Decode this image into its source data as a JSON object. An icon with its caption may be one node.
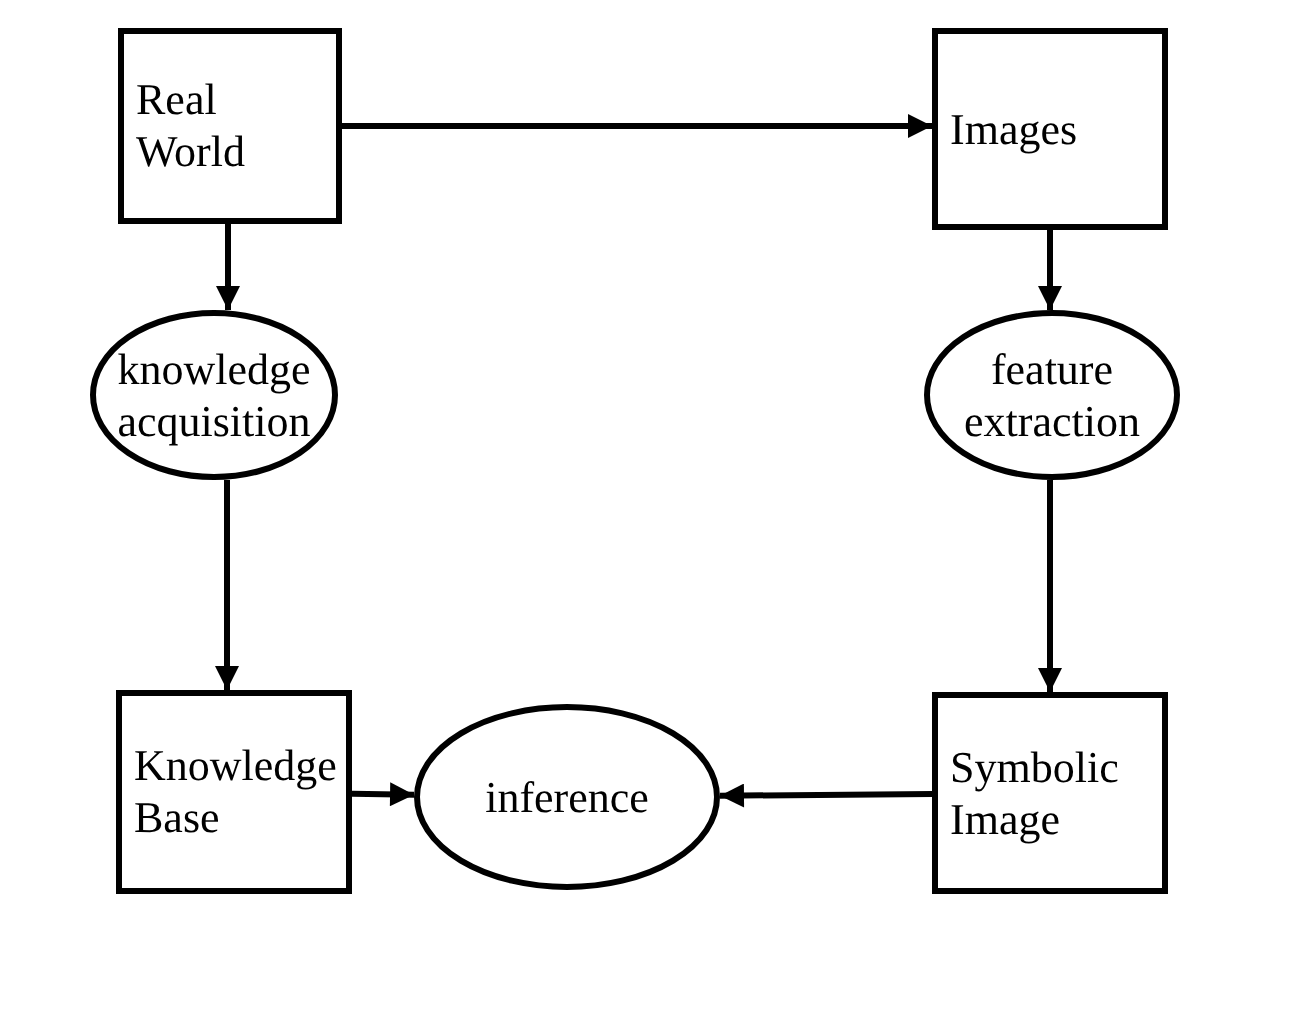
{
  "diagram": {
    "nodes": [
      {
        "text": [
          "Real World"
        ]
      },
      {
        "text": [
          "Images"
        ]
      },
      {
        "text": [
          "knowledge acquisition"
        ]
      },
      {
        "text": [
          "feature extraction"
        ]
      },
      {
        "text": [
          "Knowledge Base"
        ]
      },
      {
        "text": [
          "inference"
        ]
      },
      {
        "text": [
          "Symbolic Image"
        ]
      }
    ],
    "edges": [
      {
        "from": 0,
        "to": 1,
        "arrow": "to"
      },
      {
        "from": 0,
        "to": 2,
        "arrow": "to"
      },
      {
        "from": 2,
        "to": 4,
        "arrow": "to"
      },
      {
        "from": 1,
        "to": 3,
        "arrow": "to"
      },
      {
        "from": 3,
        "to": 6,
        "arrow": "to"
      },
      {
        "from": 4,
        "to": 5,
        "arrow": "to"
      },
      {
        "from": 6,
        "to": 5,
        "arrow": "to"
      }
    ]
  }
}
